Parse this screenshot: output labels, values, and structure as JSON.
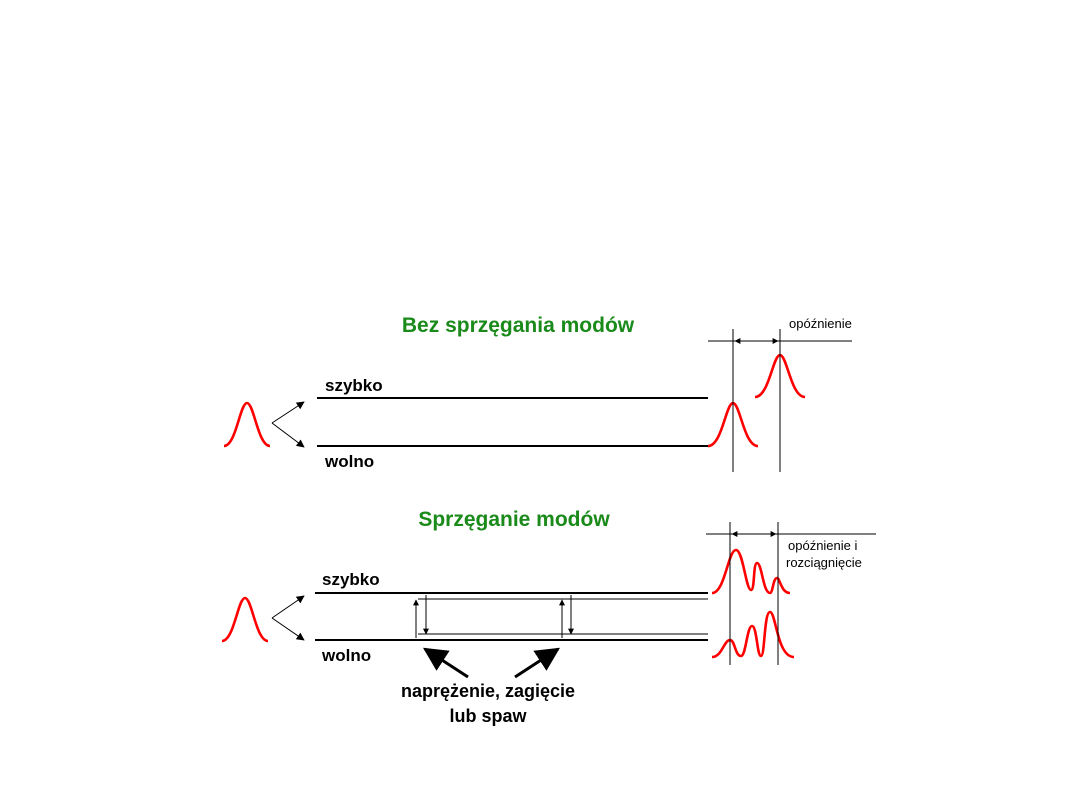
{
  "colors": {
    "title": "#1a8a1a",
    "pulse": "#ff0000",
    "line": "#000000"
  },
  "top": {
    "title": "Bez sprzęgania modów",
    "fast_label": "szybko",
    "slow_label": "wolno",
    "delay_label": "opóźnienie"
  },
  "bottom": {
    "title": "Sprzęganie modów",
    "fast_label": "szybko",
    "slow_label": "wolno",
    "delay_label_line1": "opóźnienie i",
    "delay_label_line2": "rozciągnięcie",
    "caption_line1": "naprężenie, zagięcie",
    "caption_line2": "lub spaw"
  }
}
